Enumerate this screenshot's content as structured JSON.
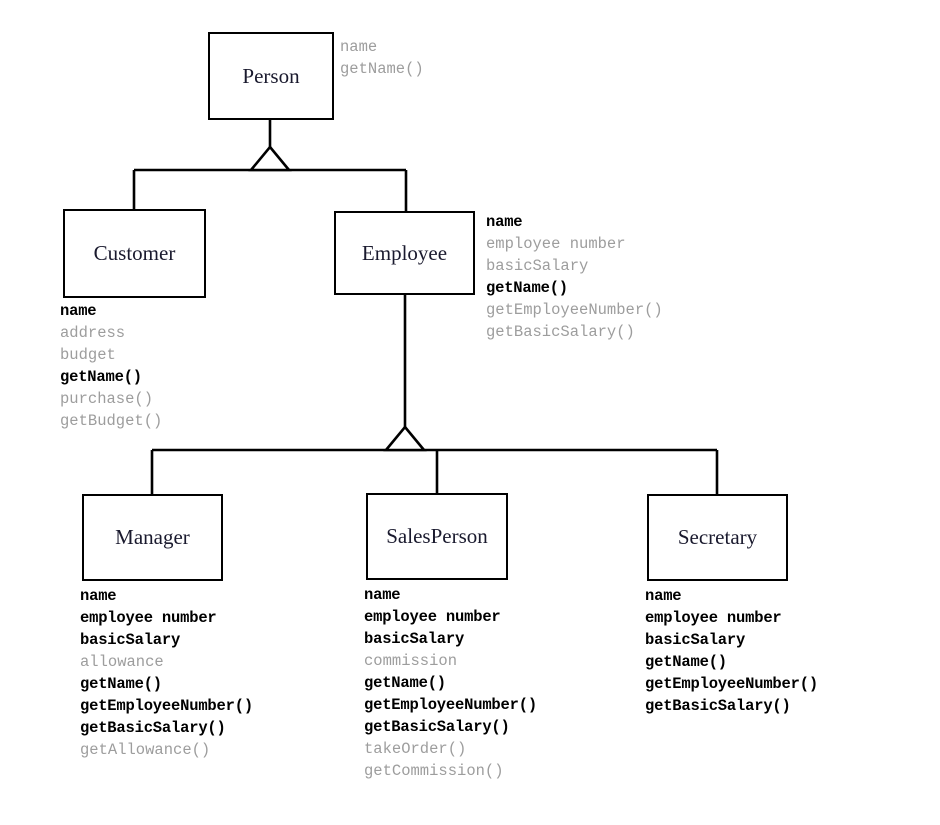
{
  "diagram": {
    "kind": "uml-class-inheritance-diagram",
    "background_color": "#ffffff",
    "line_color": "#000000",
    "inherited_member_color": "#000000",
    "own_member_color": "#9d9d9d",
    "title_text_color": "#1a1a2e"
  },
  "classes": {
    "person": {
      "name": "Person",
      "members": [
        {
          "text": "name",
          "style": "own"
        },
        {
          "text": "getName()",
          "style": "own"
        }
      ]
    },
    "customer": {
      "name": "Customer",
      "members": [
        {
          "text": "name",
          "style": "inherited"
        },
        {
          "text": "address",
          "style": "own"
        },
        {
          "text": "budget",
          "style": "own"
        },
        {
          "text": "getName()",
          "style": "inherited"
        },
        {
          "text": "purchase()",
          "style": "own"
        },
        {
          "text": "getBudget()",
          "style": "own"
        }
      ]
    },
    "employee": {
      "name": "Employee",
      "members": [
        {
          "text": "name",
          "style": "inherited"
        },
        {
          "text": "employee number",
          "style": "own"
        },
        {
          "text": "basicSalary",
          "style": "own"
        },
        {
          "text": "getName()",
          "style": "inherited"
        },
        {
          "text": "getEmployeeNumber()",
          "style": "own"
        },
        {
          "text": "getBasicSalary()",
          "style": "own"
        }
      ]
    },
    "manager": {
      "name": "Manager",
      "members": [
        {
          "text": "name",
          "style": "inherited"
        },
        {
          "text": "employee number",
          "style": "inherited"
        },
        {
          "text": "basicSalary",
          "style": "inherited"
        },
        {
          "text": "allowance",
          "style": "own"
        },
        {
          "text": "getName()",
          "style": "inherited"
        },
        {
          "text": "getEmployeeNumber()",
          "style": "inherited"
        },
        {
          "text": "getBasicSalary()",
          "style": "inherited"
        },
        {
          "text": "getAllowance()",
          "style": "own"
        }
      ]
    },
    "salesperson": {
      "name": "SalesPerson",
      "members": [
        {
          "text": "name",
          "style": "inherited"
        },
        {
          "text": "employee number",
          "style": "inherited"
        },
        {
          "text": "basicSalary",
          "style": "inherited"
        },
        {
          "text": "commission",
          "style": "own"
        },
        {
          "text": "getName()",
          "style": "inherited"
        },
        {
          "text": "getEmployeeNumber()",
          "style": "inherited"
        },
        {
          "text": "getBasicSalary()",
          "style": "inherited"
        },
        {
          "text": "takeOrder()",
          "style": "own"
        },
        {
          "text": "getCommission()",
          "style": "own"
        }
      ]
    },
    "secretary": {
      "name": "Secretary",
      "members": [
        {
          "text": "name",
          "style": "inherited"
        },
        {
          "text": "employee number",
          "style": "inherited"
        },
        {
          "text": "basicSalary",
          "style": "inherited"
        },
        {
          "text": "getName()",
          "style": "inherited"
        },
        {
          "text": "getEmployeeNumber()",
          "style": "inherited"
        },
        {
          "text": "getBasicSalary()",
          "style": "inherited"
        }
      ]
    }
  },
  "generalizations": [
    {
      "parent": "person",
      "children": [
        "customer",
        "employee"
      ]
    },
    {
      "parent": "employee",
      "children": [
        "manager",
        "salesperson",
        "secretary"
      ]
    }
  ]
}
